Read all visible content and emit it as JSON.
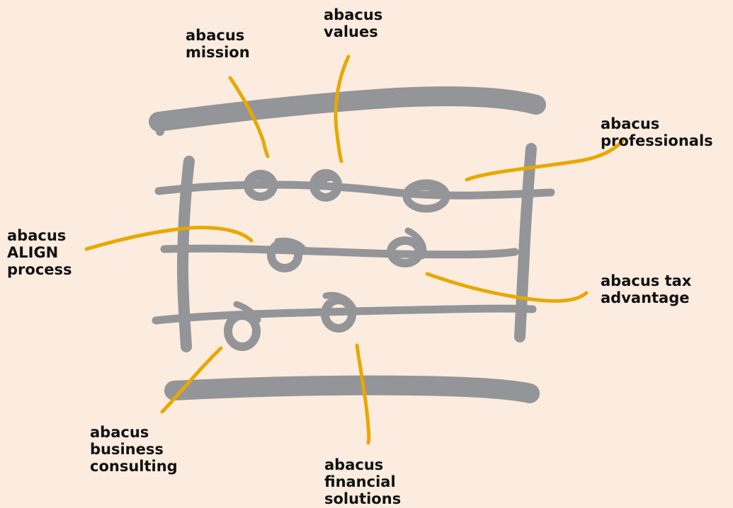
{
  "diagram": {
    "colors": {
      "background": "#fbecdf",
      "frame": "#939598",
      "leader": "#e8a800",
      "text": "#111111"
    },
    "labels": {
      "mission": "abacus\nmission",
      "values": "abacus\nvalues",
      "professionals": "abacus\nprofessionals",
      "align": "abacus\nALIGN\nprocess",
      "tax": "abacus tax\nadvantage",
      "business": "abacus\nbusiness\nconsulting",
      "financial": "abacus\nfinancial\nsolutions"
    }
  }
}
